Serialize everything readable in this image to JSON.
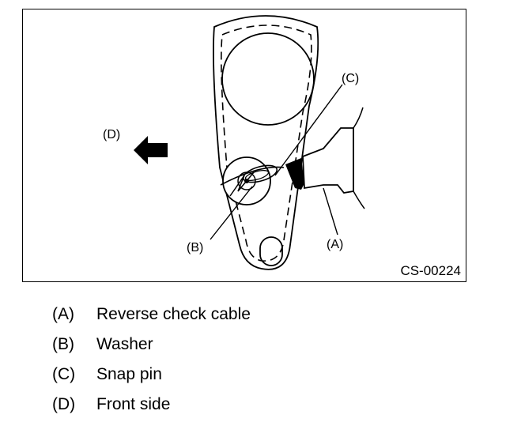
{
  "figure": {
    "code": "CS-00224",
    "callouts": {
      "a": "(A)",
      "b": "(B)",
      "c": "(C)",
      "d": "(D)"
    }
  },
  "legend": [
    {
      "key": "(A)",
      "text": "Reverse check cable"
    },
    {
      "key": "(B)",
      "text": "Washer"
    },
    {
      "key": "(C)",
      "text": "Snap pin"
    },
    {
      "key": "(D)",
      "text": "Front side"
    }
  ]
}
